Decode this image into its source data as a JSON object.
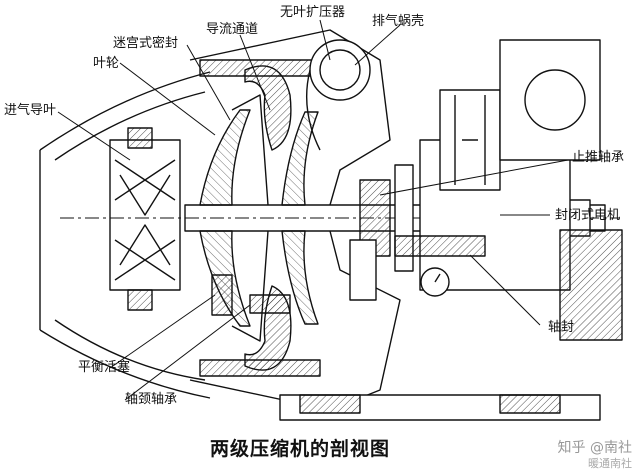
{
  "labels": {
    "labyrinth_seal": "迷宫式密封",
    "impeller": "叶轮",
    "inlet_guide_vane": "进气导叶",
    "guide_channel": "导流通道",
    "vaneless_diffuser": "无叶扩压器",
    "exhaust_volute": "排气蜗壳",
    "thrust_bearing": "止推轴承",
    "sealed_motor": "封闭式电机",
    "shaft_seal": "轴封",
    "balance_piston": "平衡活塞",
    "journal_bearing": "轴颈轴承"
  },
  "caption": "两级压缩机的剖视图",
  "watermark": {
    "line1": "知乎 @南社",
    "line2": "暖通南社"
  }
}
